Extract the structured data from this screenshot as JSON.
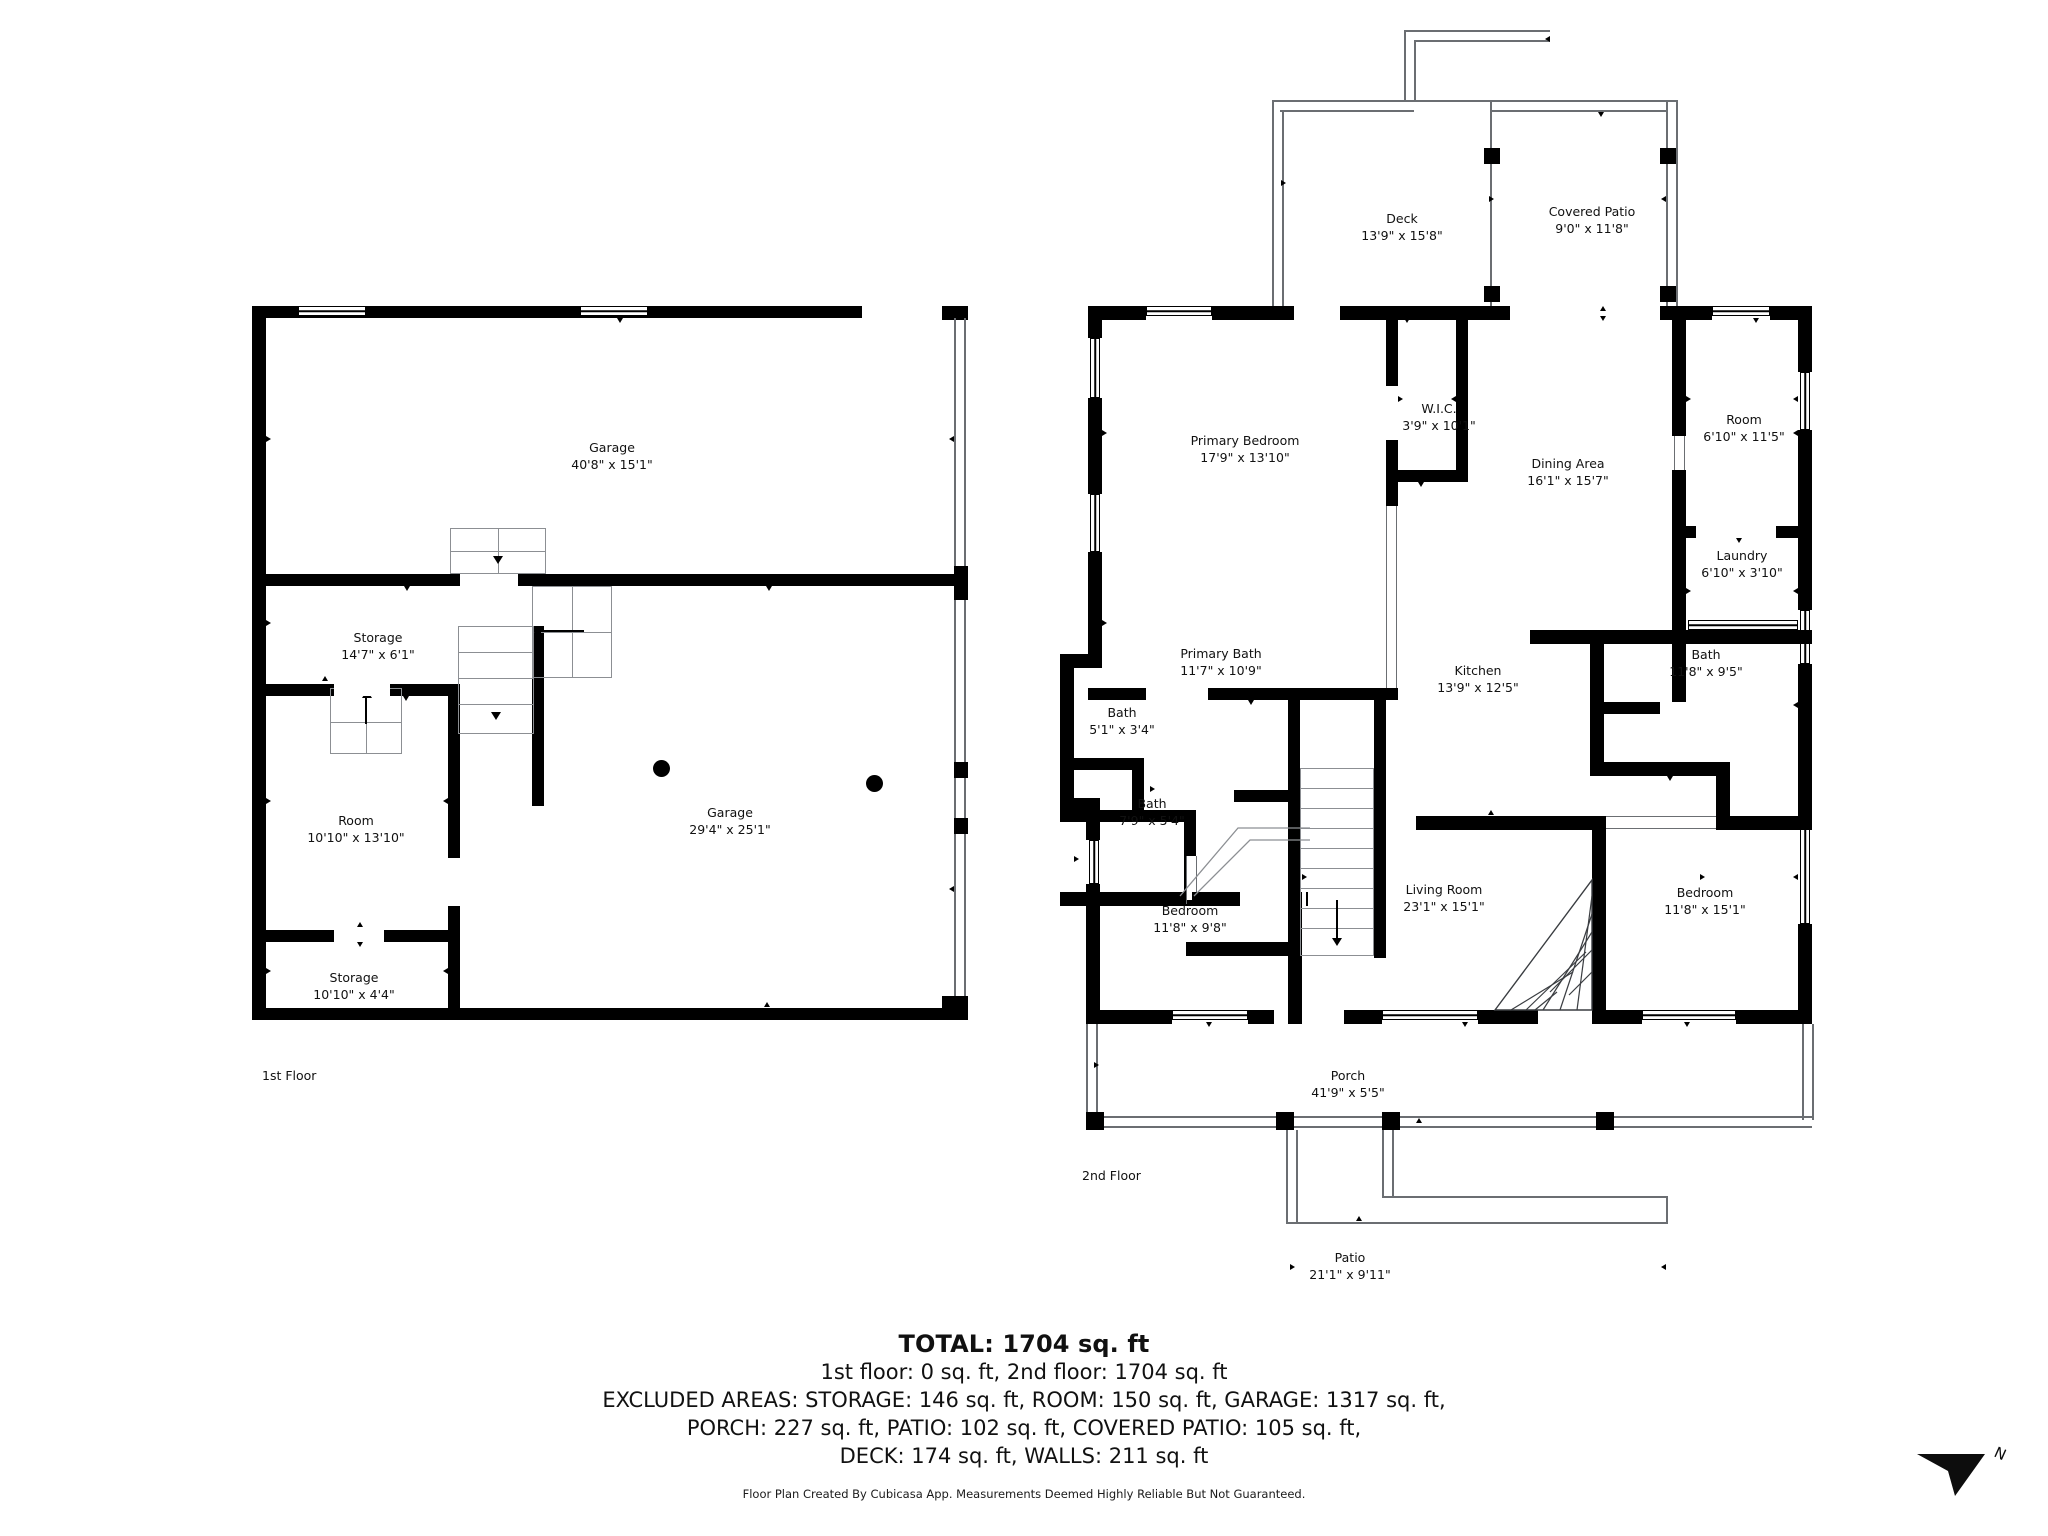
{
  "floors": [
    {
      "id": "first",
      "label": "1st Floor",
      "rooms": [
        {
          "key": "garage_upper",
          "name": "Garage",
          "dim": "40'8\" x 15'1\""
        },
        {
          "key": "storage_upper",
          "name": "Storage",
          "dim": "14'7\" x 6'1\""
        },
        {
          "key": "room_left",
          "name": "Room",
          "dim": "10'10\" x 13'10\""
        },
        {
          "key": "garage_lower",
          "name": "Garage",
          "dim": "29'4\" x 25'1\""
        },
        {
          "key": "storage_lower",
          "name": "Storage",
          "dim": "10'10\" x 4'4\""
        }
      ]
    },
    {
      "id": "second",
      "label": "2nd Floor",
      "rooms": [
        {
          "key": "deck",
          "name": "Deck",
          "dim": "13'9\" x 15'8\""
        },
        {
          "key": "covered_patio",
          "name": "Covered Patio",
          "dim": "9'0\" x 11'8\""
        },
        {
          "key": "primary_bedroom",
          "name": "Primary Bedroom",
          "dim": "17'9\" x 13'10\""
        },
        {
          "key": "wic",
          "name": "W.I.C.",
          "dim": "3'9\" x 10'1\""
        },
        {
          "key": "dining_area",
          "name": "Dining Area",
          "dim": "16'1\" x 15'7\""
        },
        {
          "key": "room_ne",
          "name": "Room",
          "dim": "6'10\" x 11'5\""
        },
        {
          "key": "laundry",
          "name": "Laundry",
          "dim": "6'10\" x 3'10\""
        },
        {
          "key": "primary_bath",
          "name": "Primary Bath",
          "dim": "11'7\" x 10'9\""
        },
        {
          "key": "bath_small",
          "name": "Bath",
          "dim": "5'1\" x 3'4\""
        },
        {
          "key": "bath_mid",
          "name": "Bath",
          "dim": "7'9\" x 5'4\""
        },
        {
          "key": "kitchen",
          "name": "Kitchen",
          "dim": "13'9\" x 12'5\""
        },
        {
          "key": "bath_east",
          "name": "Bath",
          "dim": "11'8\" x 9'5\""
        },
        {
          "key": "bedroom_sw",
          "name": "Bedroom",
          "dim": "11'8\" x 9'8\""
        },
        {
          "key": "living_room",
          "name": "Living Room",
          "dim": "23'1\" x 15'1\""
        },
        {
          "key": "bedroom_se",
          "name": "Bedroom",
          "dim": "11'8\" x 15'1\""
        },
        {
          "key": "porch",
          "name": "Porch",
          "dim": "41'9\" x 5'5\""
        },
        {
          "key": "patio",
          "name": "Patio",
          "dim": "21'1\" x 9'11\""
        }
      ]
    }
  ],
  "summary": {
    "total": "TOTAL: 1704 sq. ft",
    "line1": "1st floor: 0 sq. ft, 2nd floor: 1704 sq. ft",
    "line2": "EXCLUDED AREAS: STORAGE: 146 sq. ft, ROOM: 150 sq. ft, GARAGE: 1317 sq. ft,",
    "line3": "PORCH: 227 sq. ft, PATIO: 102 sq. ft, COVERED PATIO: 105 sq. ft,",
    "line4": "DECK: 174 sq. ft, WALLS: 211 sq. ft",
    "credit": "Floor Plan Created By Cubicasa App. Measurements Deemed Highly Reliable But Not Guaranteed."
  },
  "compass": {
    "label": "N"
  },
  "colors": {
    "wall": "#000000",
    "outline": "#6b6e72",
    "text": "#111111"
  }
}
